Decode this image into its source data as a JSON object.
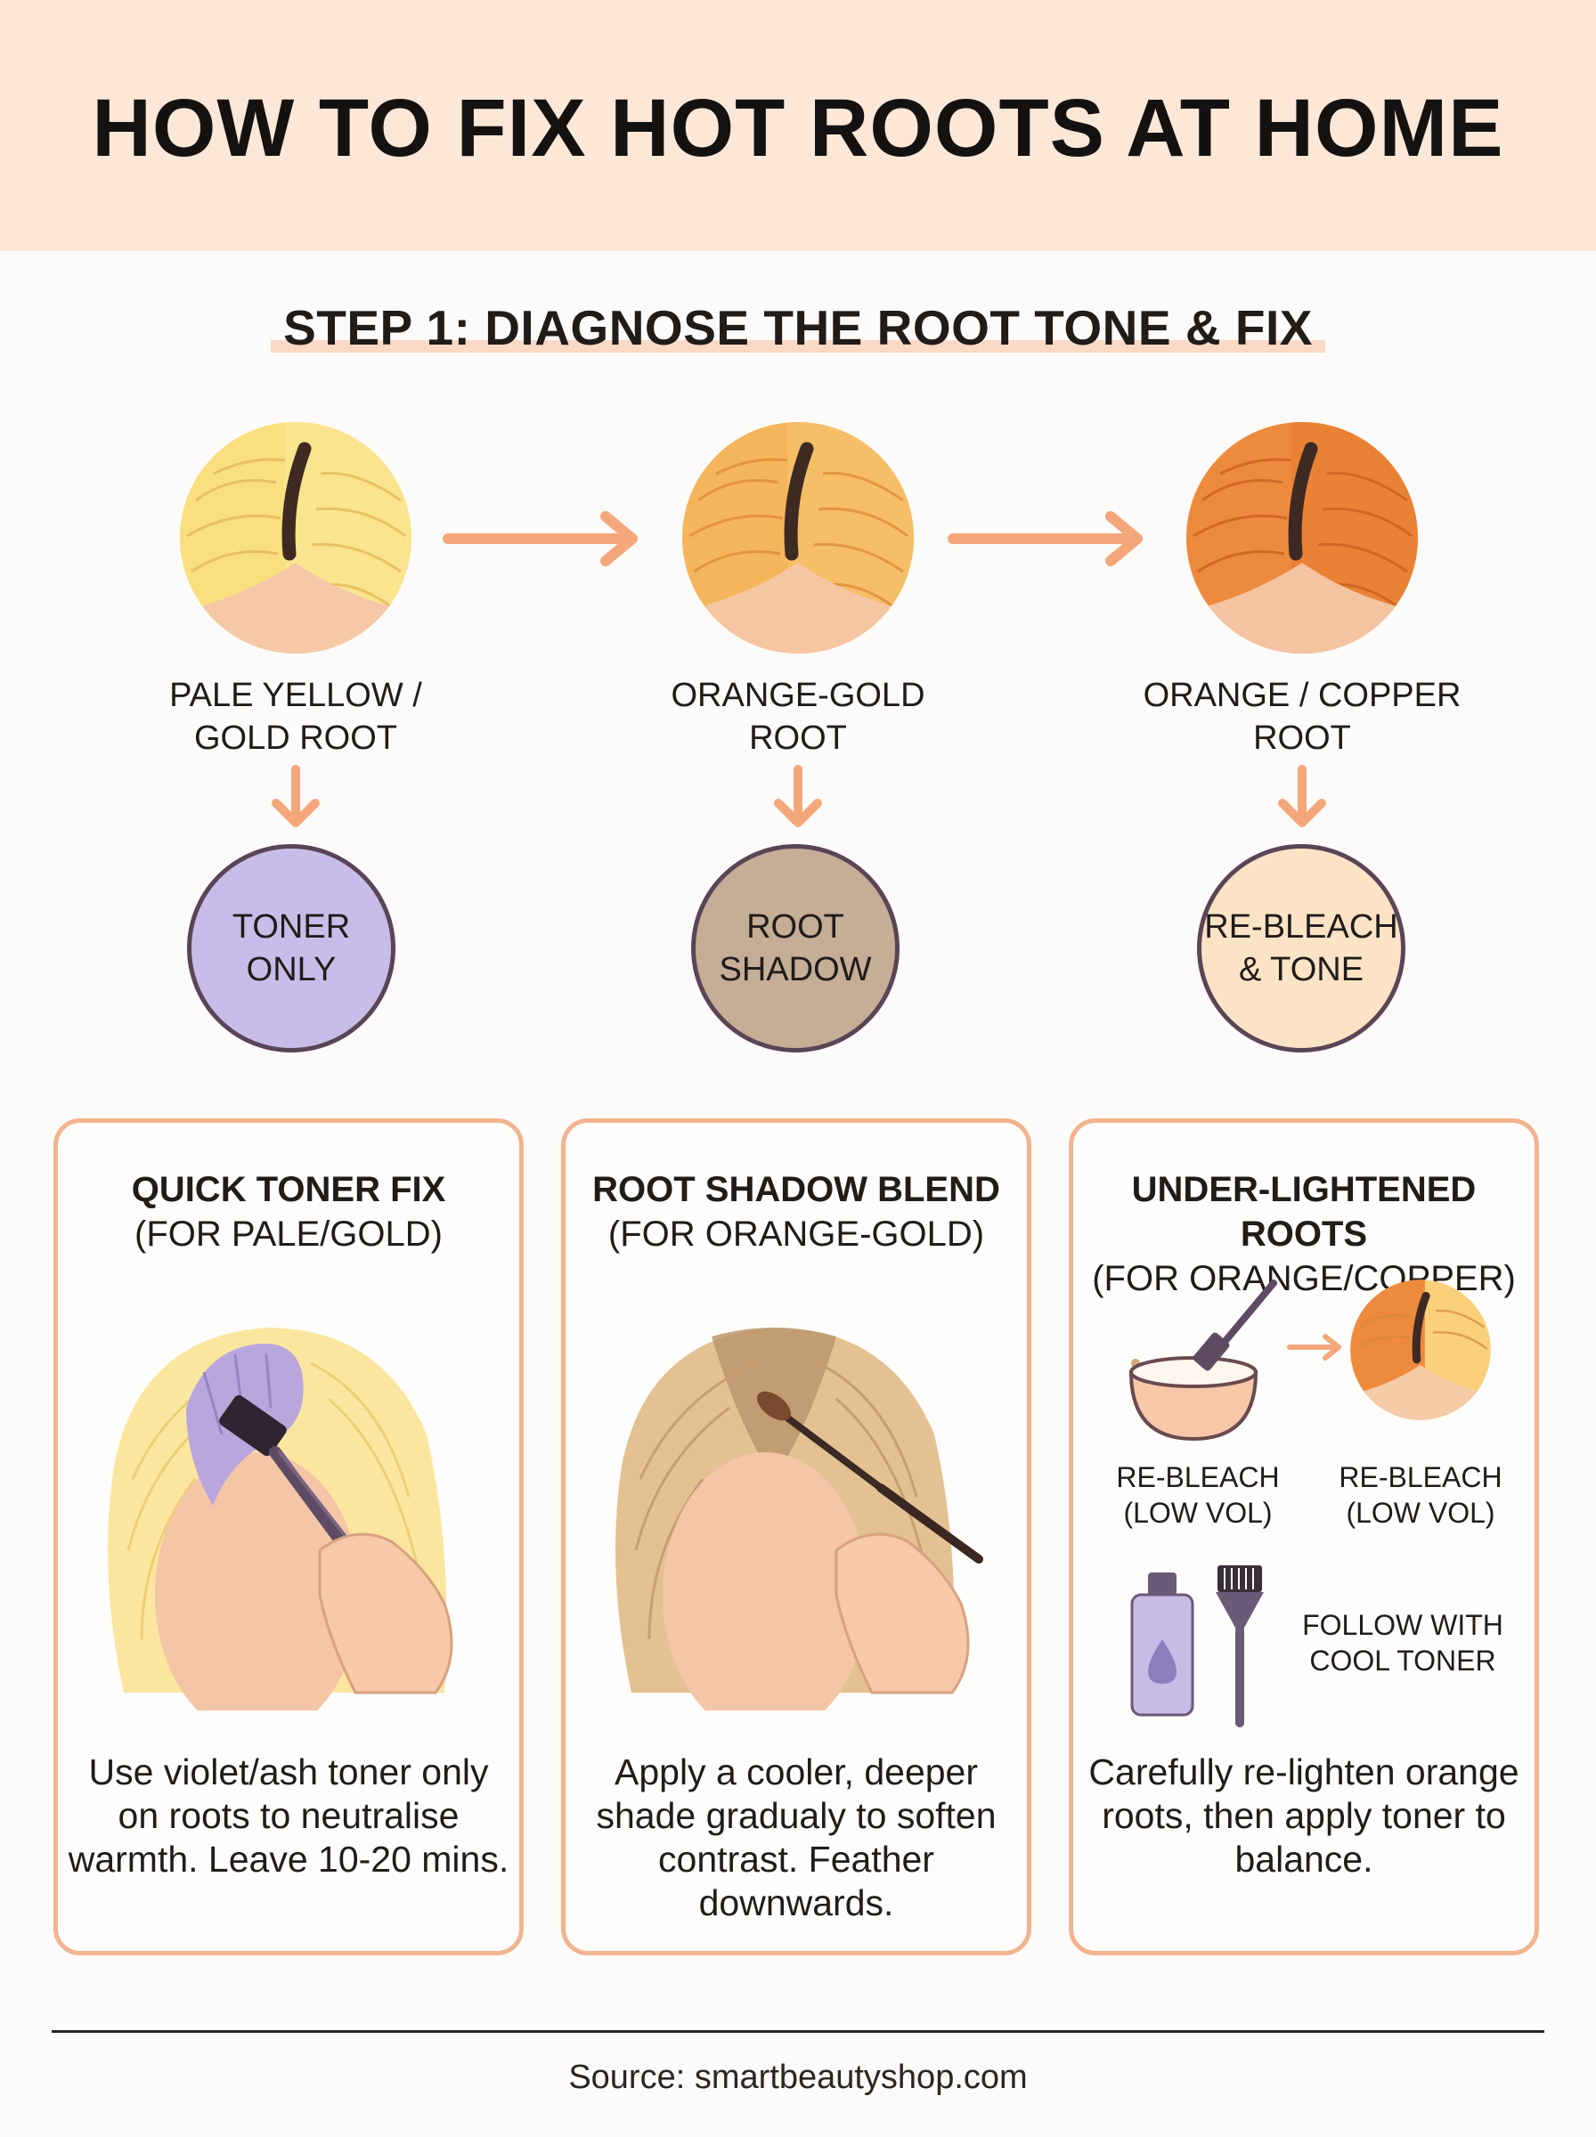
{
  "header": {
    "title": "HOW TO FIX HOT ROOTS AT HOME"
  },
  "step1": {
    "title": "STEP 1: DIAGNOSE THE ROOT TONE & FIX",
    "roots": [
      {
        "line1": "PALE YELLOW /",
        "line2": "GOLD ROOT",
        "color": "#f9df7e"
      },
      {
        "line1": "ORANGE-GOLD",
        "line2": "ROOT",
        "color": "#f5b55a"
      },
      {
        "line1": "ORANGE / COPPER",
        "line2": "ROOT",
        "color": "#ee8a3e"
      }
    ],
    "solutions": [
      {
        "line1": "TONER",
        "line2": "ONLY",
        "color": "#c7bde8"
      },
      {
        "line1": "ROOT",
        "line2": "SHADOW",
        "color": "#c5ad96"
      },
      {
        "line1": "RE-BLEACH",
        "line2": "& TONE",
        "color": "#fde3c6"
      }
    ]
  },
  "cards": [
    {
      "title": "QUICK TONER FIX",
      "subtitle": "(FOR PALE/GOLD)",
      "desc": "Use violet/ash toner only on roots to neutralise warmth. Leave 10-20 mins."
    },
    {
      "title": "ROOT SHADOW BLEND",
      "subtitle": "(FOR ORANGE-GOLD)",
      "desc": "Apply a cooler, deeper shade gradualy to soften contrast. Feather downwards."
    },
    {
      "title": "UNDER-LIGHTENED ROOTS",
      "subtitle": "(FOR ORANGE/COPPER)",
      "desc": "Carefully re-lighten orange roots, then apply toner to balance.",
      "step_a_line1": "RE-BLEACH",
      "step_a_line2": "(LOW VOL)",
      "step_b_line1": "RE-BLEACH",
      "step_b_line2": "(LOW VOL)",
      "step_c_line1": "FOLLOW WITH",
      "step_c_line2": "COOL TONER"
    }
  ],
  "colors": {
    "accent": "#f2b38f",
    "arrow": "#f4a77a",
    "outline": "#5a4456"
  },
  "footer": {
    "source": "Source: smartbeautyshop.com"
  }
}
